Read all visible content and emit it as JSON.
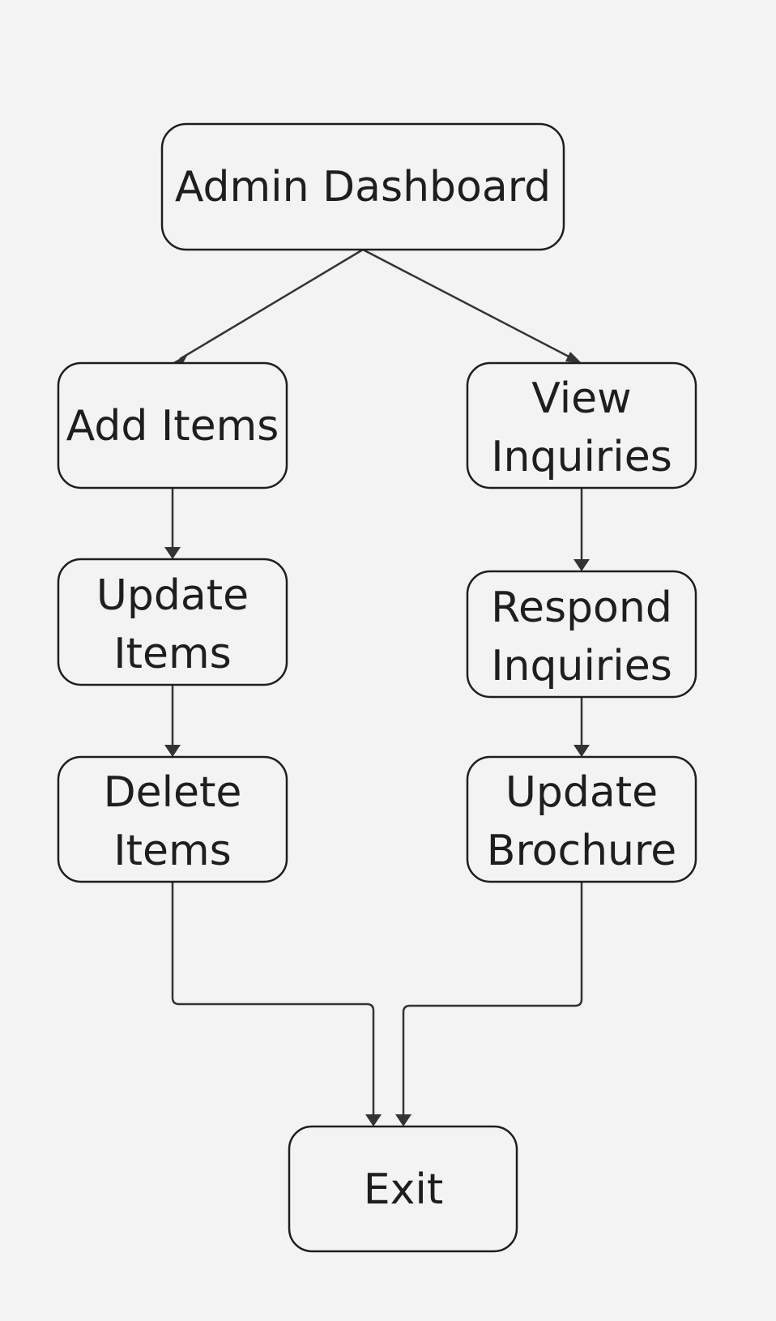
{
  "nodes": {
    "admin_dashboard": {
      "lines": [
        "Admin Dashboard"
      ]
    },
    "add_items": {
      "lines": [
        "Add Items"
      ]
    },
    "update_items": {
      "lines": [
        "Update",
        "Items"
      ]
    },
    "delete_items": {
      "lines": [
        "Delete",
        "Items"
      ]
    },
    "view_inquiries": {
      "lines": [
        "View",
        "Inquiries"
      ]
    },
    "respond_inquiries": {
      "lines": [
        "Respond",
        "Inquiries"
      ]
    },
    "update_brochure": {
      "lines": [
        "Update",
        "Brochure"
      ]
    },
    "exit": {
      "lines": [
        "Exit"
      ]
    }
  },
  "edges": [
    {
      "from": "admin_dashboard",
      "to": "add_items"
    },
    {
      "from": "admin_dashboard",
      "to": "view_inquiries"
    },
    {
      "from": "add_items",
      "to": "update_items"
    },
    {
      "from": "update_items",
      "to": "delete_items"
    },
    {
      "from": "view_inquiries",
      "to": "respond_inquiries"
    },
    {
      "from": "respond_inquiries",
      "to": "update_brochure"
    },
    {
      "from": "delete_items",
      "to": "exit"
    },
    {
      "from": "update_brochure",
      "to": "exit"
    }
  ],
  "colors": {
    "background": "#f3f3f3",
    "stroke": "#1e1e1e",
    "edge": "#333333"
  }
}
